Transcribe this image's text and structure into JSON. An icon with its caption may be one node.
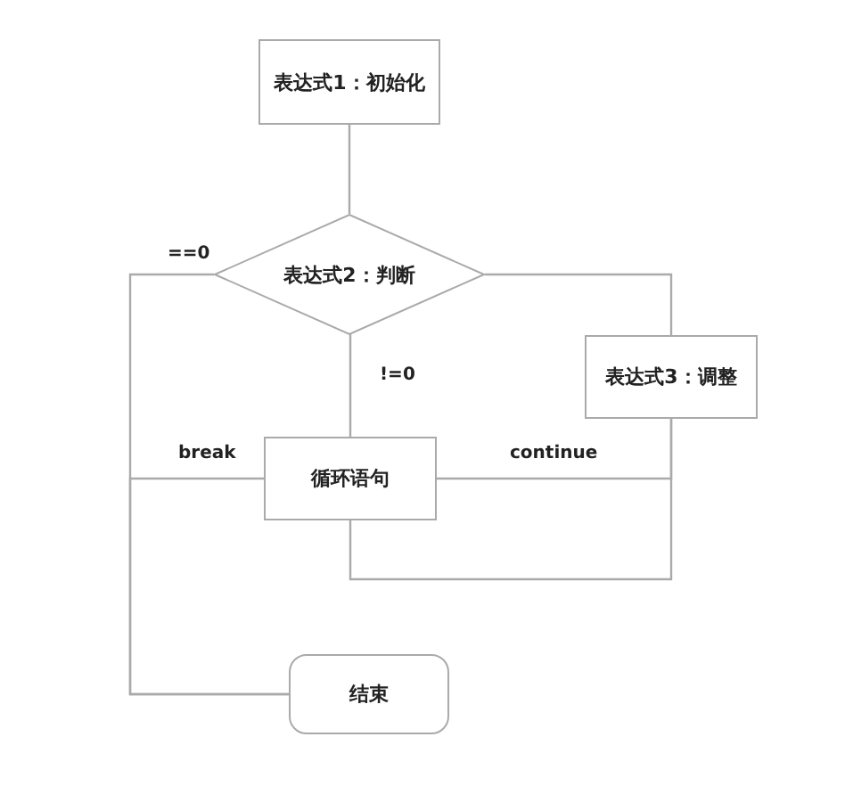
{
  "diagram": {
    "nodes": [
      {
        "text": [
          "表达式1：初始化"
        ]
      },
      {
        "text": [
          "表达式2：判断"
        ]
      },
      {
        "text": [
          "循环语句"
        ]
      },
      {
        "text": [
          "表达式3：调整"
        ]
      },
      {
        "text": [
          "结束"
        ]
      }
    ],
    "edges": [
      {
        "from": 0,
        "to": 1,
        "arrow": "none"
      },
      {
        "from": 1,
        "to": 4,
        "arrow": "none",
        "label": "==0"
      },
      {
        "from": 1,
        "to": 2,
        "arrow": "none",
        "label": "!=0"
      },
      {
        "from": 1,
        "to": 3,
        "arrow": "none"
      },
      {
        "from": 2,
        "to": 4,
        "arrow": "none",
        "label": "break"
      },
      {
        "from": 2,
        "to": 3,
        "arrow": "none",
        "label": "continue"
      },
      {
        "from": 2,
        "to": 3,
        "arrow": "none"
      }
    ]
  }
}
